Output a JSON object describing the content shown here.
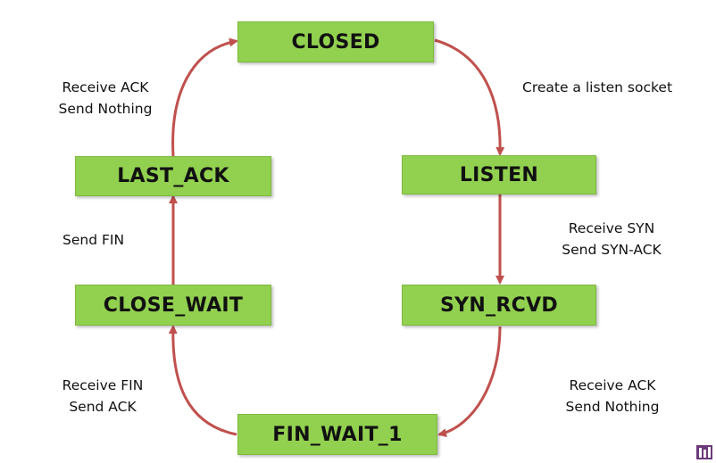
{
  "diagram": {
    "states": {
      "closed": "CLOSED",
      "listen": "LISTEN",
      "syn_rcvd": "SYN_RCVD",
      "fin_wait_1": "FIN_WAIT_1",
      "close_wait": "CLOSE_WAIT",
      "last_ack": "LAST_ACK"
    },
    "transitions": {
      "closed_to_listen": {
        "line1": "Create a listen socket"
      },
      "listen_to_syn_rcvd": {
        "line1": "Receive SYN",
        "line2": "Send SYN-ACK"
      },
      "syn_rcvd_to_fin_wait_1": {
        "line1": "Receive ACK",
        "line2": "Send Nothing"
      },
      "fin_wait_1_to_close_wait": {
        "line1": "Receive FIN",
        "line2": "Send ACK"
      },
      "close_wait_to_last_ack": {
        "line1": "Send FIN"
      },
      "last_ack_to_closed": {
        "line1": "Receive ACK",
        "line2": "Send Nothing"
      }
    },
    "colors": {
      "state_fill": "#92d050",
      "arrow": "#c0504d",
      "text": "#111111"
    }
  }
}
